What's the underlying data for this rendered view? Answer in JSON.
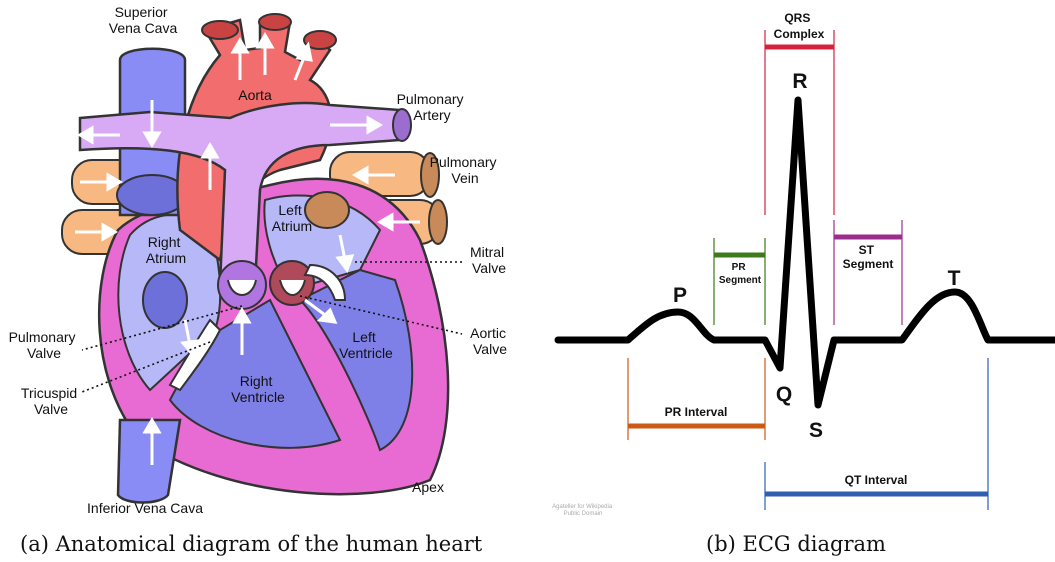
{
  "heart": {
    "labels": {
      "superior_vena_cava": [
        "Superior",
        "Vena Cava"
      ],
      "aorta": "Aorta",
      "pulmonary_artery": [
        "Pulmonary",
        "Artery"
      ],
      "pulmonary_vein": [
        "Pulmonary",
        "Vein"
      ],
      "left_atrium": [
        "Left",
        "Atrium"
      ],
      "right_atrium": [
        "Right",
        "Atrium"
      ],
      "mitral_valve": [
        "Mitral",
        "Valve"
      ],
      "pulmonary_valve": [
        "Pulmonary",
        "Valve"
      ],
      "aortic_valve": [
        "Aortic",
        "Valve"
      ],
      "left_ventricle": [
        "Left",
        "Ventricle"
      ],
      "tricuspid_valve": [
        "Tricuspid",
        "Valve"
      ],
      "right_ventricle": [
        "Right",
        "Ventricle"
      ],
      "apex": "Apex",
      "inferior_vena_cava": "Inferior Vena Cava"
    },
    "colors": {
      "vena_cava": "#8a8cf5",
      "aorta": "#f26d6d",
      "pulmonary_artery": "#d8aaf6",
      "pulmonary_vein": "#f7b882",
      "heart_wall": "#e86ad3",
      "chamber_left": "#7f7fe8",
      "chamber_right": "#b7b8f7"
    }
  },
  "ecg": {
    "waves": [
      "P",
      "Q",
      "R",
      "S",
      "T"
    ],
    "segments": {
      "qrs_complex": [
        "QRS",
        "Complex"
      ],
      "pr_segment": [
        "PR",
        "Segment"
      ],
      "st_segment": [
        "ST",
        "Segment"
      ],
      "pr_interval": "PR Interval",
      "qt_interval": "QT Interval"
    },
    "credit": [
      "Agateller for Wikipedia",
      "Public Domain"
    ],
    "colors": {
      "qrs": "#d6213c",
      "pr_segment": "#3d7a1c",
      "st_segment": "#9b2e8c",
      "pr_interval": "#cc5a14",
      "qt_interval": "#2f5fb0"
    }
  },
  "captions": {
    "a": "(a) Anatomical diagram of the human heart",
    "b": "(b) ECG diagram"
  }
}
